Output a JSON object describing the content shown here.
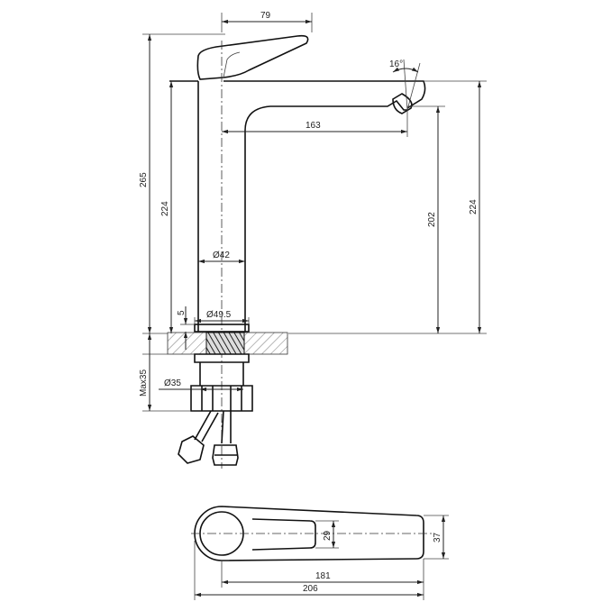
{
  "dimensions": {
    "handle_width": "79",
    "angle": "16°",
    "spout_reach": "163",
    "total_height": "265",
    "body_height_left": "224",
    "outlet_height": "202",
    "body_height_right": "224",
    "body_diameter": "Ø42",
    "base_diameter": "Ø49.5",
    "base_offset": "5",
    "max_counter": "Max35",
    "shank_diameter": "Ø35",
    "top_inner_width": "29",
    "top_outer_width": "37",
    "top_length_inner": "181",
    "top_length_outer": "206"
  }
}
